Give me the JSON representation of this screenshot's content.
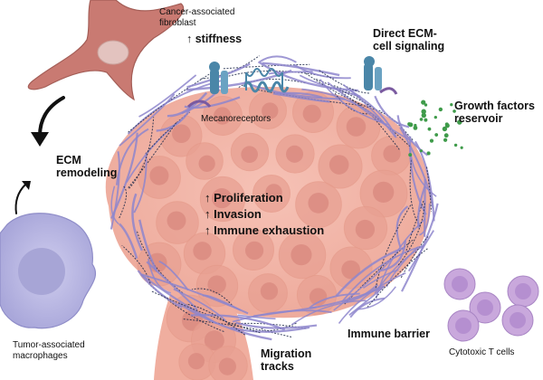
{
  "labels": {
    "caf_line1": "Cancer-associated",
    "caf_line2": "fibroblast",
    "stiffness": "↑ stiffness",
    "direct_line1": "Direct ECM-",
    "direct_line2": "cell signaling",
    "growth_line1": "Growth factors",
    "growth_line2": "reservoir",
    "mechanoreceptors": "Mecanoreceptors",
    "ecm_line1": "ECM",
    "ecm_line2": "remodeling",
    "proliferation": "↑ Proliferation",
    "invasion": "↑ Invasion",
    "immune_exhaustion": "↑ Immune exhaustion",
    "tam_line1": "Tumor-associated",
    "tam_line2": "macrophages",
    "migration_line1": "Migration",
    "migration_line2": "tracks",
    "immune_barrier": "Immune barrier",
    "tcells": "Cytotoxic T cells"
  },
  "icons": [
    "fibroblast-cell",
    "macrophage-cell",
    "t-cell",
    "mechanoreceptor-icon",
    "integrin-receptor-icon",
    "growth-factor-dots",
    "curved-arrow"
  ],
  "colors": {
    "tumor": "#f2b5a8",
    "tumor_cell": "#e8a092",
    "tumor_nucleus": "#d98a80",
    "fibroblast": "#c97a72",
    "macrophage": "#b9b8e2",
    "tcell": "#c9a8dc",
    "fiber": "#8e86cc",
    "fiber_dark": "#1f2a4a",
    "receptor": "#4a86a8",
    "growth_factor": "#3f9b4a"
  }
}
